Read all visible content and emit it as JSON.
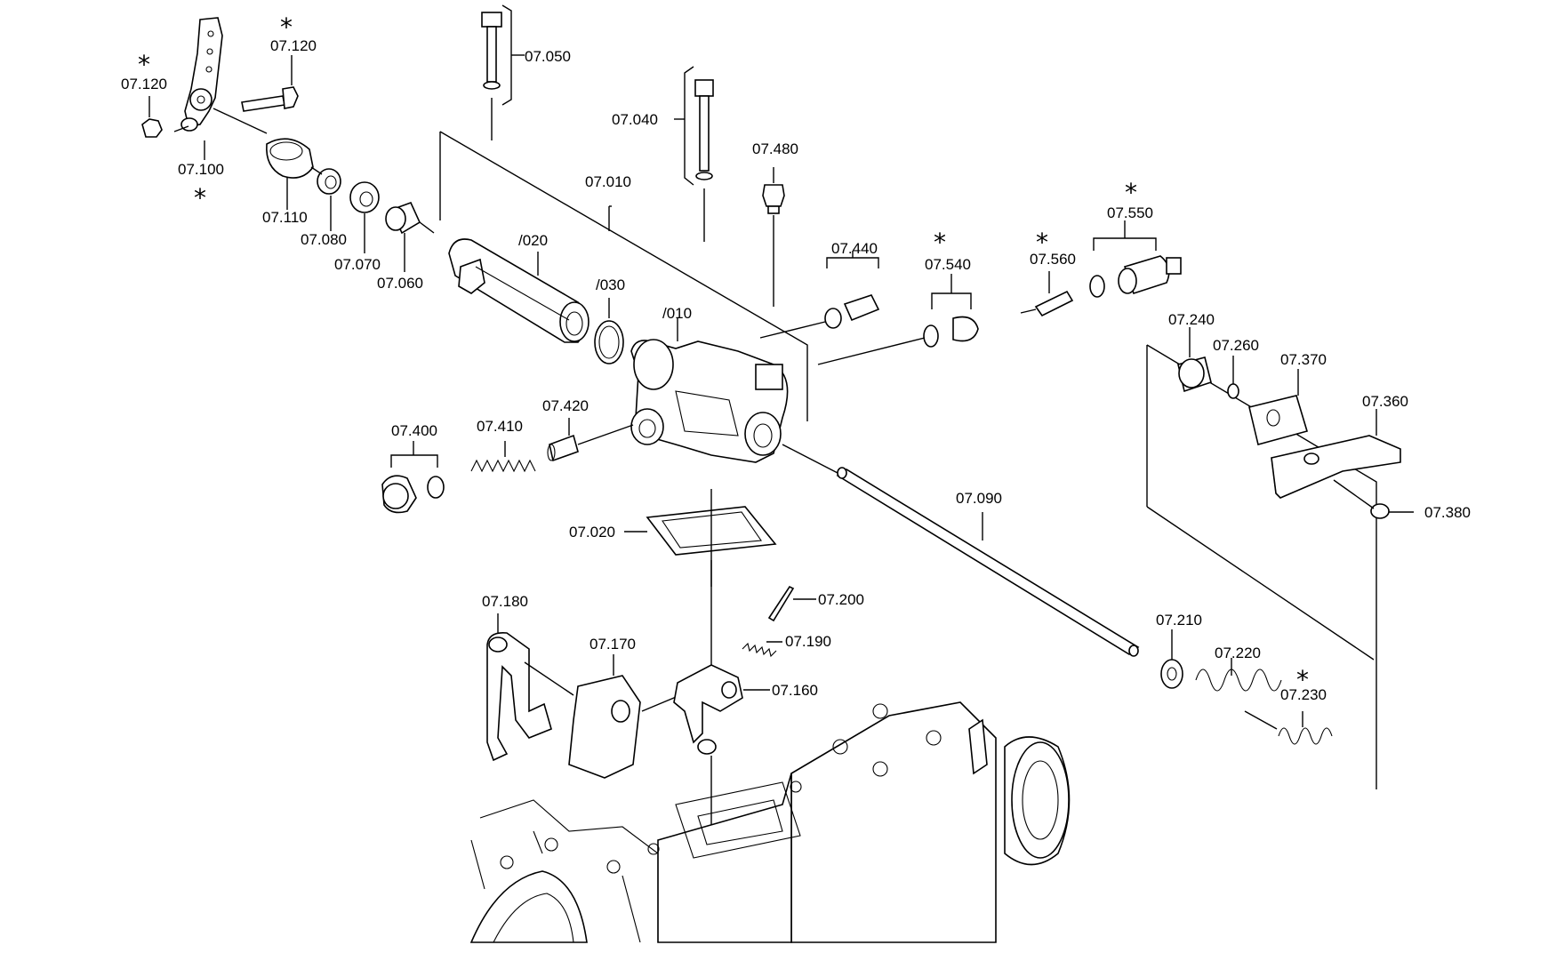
{
  "labels": {
    "p07_120_left": "07.120",
    "p07_120_top": "07.120",
    "p07_100": "07.100",
    "p07_110": "07.110",
    "p07_080": "07.080",
    "p07_070": "07.070",
    "p07_060": "07.060",
    "p07_050": "07.050",
    "p07_040": "07.040",
    "p07_010": "07.010",
    "p020": "/020",
    "p030": "/030",
    "p010": "/010",
    "p07_480": "07.480",
    "p07_440": "07.440",
    "p07_540": "07.540",
    "p07_560": "07.560",
    "p07_550": "07.550",
    "p07_240": "07.240",
    "p07_260": "07.260",
    "p07_370": "07.370",
    "p07_360": "07.360",
    "p07_380": "07.380",
    "p07_400": "07.400",
    "p07_410": "07.410",
    "p07_420": "07.420",
    "p07_090": "07.090",
    "p07_020": "07.020",
    "p07_180": "07.180",
    "p07_170": "07.170",
    "p07_200": "07.200",
    "p07_190": "07.190",
    "p07_160": "07.160",
    "p07_210": "07.210",
    "p07_220": "07.220",
    "p07_230": "07.230"
  },
  "asterisk": "*"
}
